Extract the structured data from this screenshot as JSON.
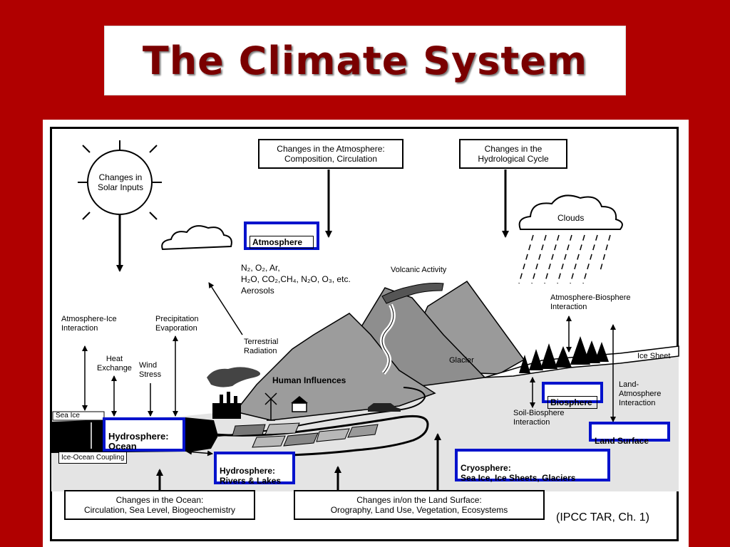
{
  "title": "The Climate System",
  "citation": "(IPCC TAR, Ch. 1)",
  "top_boxes": {
    "atmosphere_changes": "Changes in the Atmosphere:\nComposition, Circulation",
    "hydrological_changes": "Changes in the\nHydrological Cycle"
  },
  "bottom_boxes": {
    "ocean_changes": "Changes in the Ocean:\nCirculation, Sea Level, Biogeochemistry",
    "land_changes": "Changes in/on the Land Surface:\nOrography, Land Use, Vegetation, Ecosystems"
  },
  "sun_label": "Changes in\nSolar Inputs",
  "clouds_label": "Clouds",
  "components": {
    "atmosphere": "Atmosphere",
    "ocean": "Hydrosphere:\nOcean",
    "rivers": "Hydrosphere:\nRivers & Lakes",
    "biosphere": "Biosphere",
    "land_surface": "Land Surface",
    "cryosphere": "Cryosphere:\nSea Ice, Ice Sheets, Glaciers"
  },
  "gases": {
    "line1": "N₂, O₂, Ar,",
    "line2": "H₂O, CO₂,CH₄, N₂O, O₃, etc.",
    "line3": "Aerosols"
  },
  "labels": {
    "volcanic": "Volcanic Activity",
    "atm_bio": "Atmosphere-Biosphere\nInteraction",
    "atm_ice": "Atmosphere-Ice\nInteraction",
    "precip": "Precipitation\nEvaporation",
    "heat": "Heat\nExchange",
    "wind": "Wind\nStress",
    "terrestrial": "Terrestrial\nRadiation",
    "glacier": "Glacier",
    "ice_sheet": "Ice Sheet",
    "human": "Human Influences",
    "land_atm": "Land-\nAtmosphere\nInteraction",
    "soil_bio": "Soil-Biosphere\nInteraction",
    "sea_ice": "Sea Ice",
    "ice_ocean": "Ice-Ocean Coupling"
  },
  "colors": {
    "background": "#b00000",
    "title": "#7a0000",
    "component_border": "#0012cc"
  }
}
